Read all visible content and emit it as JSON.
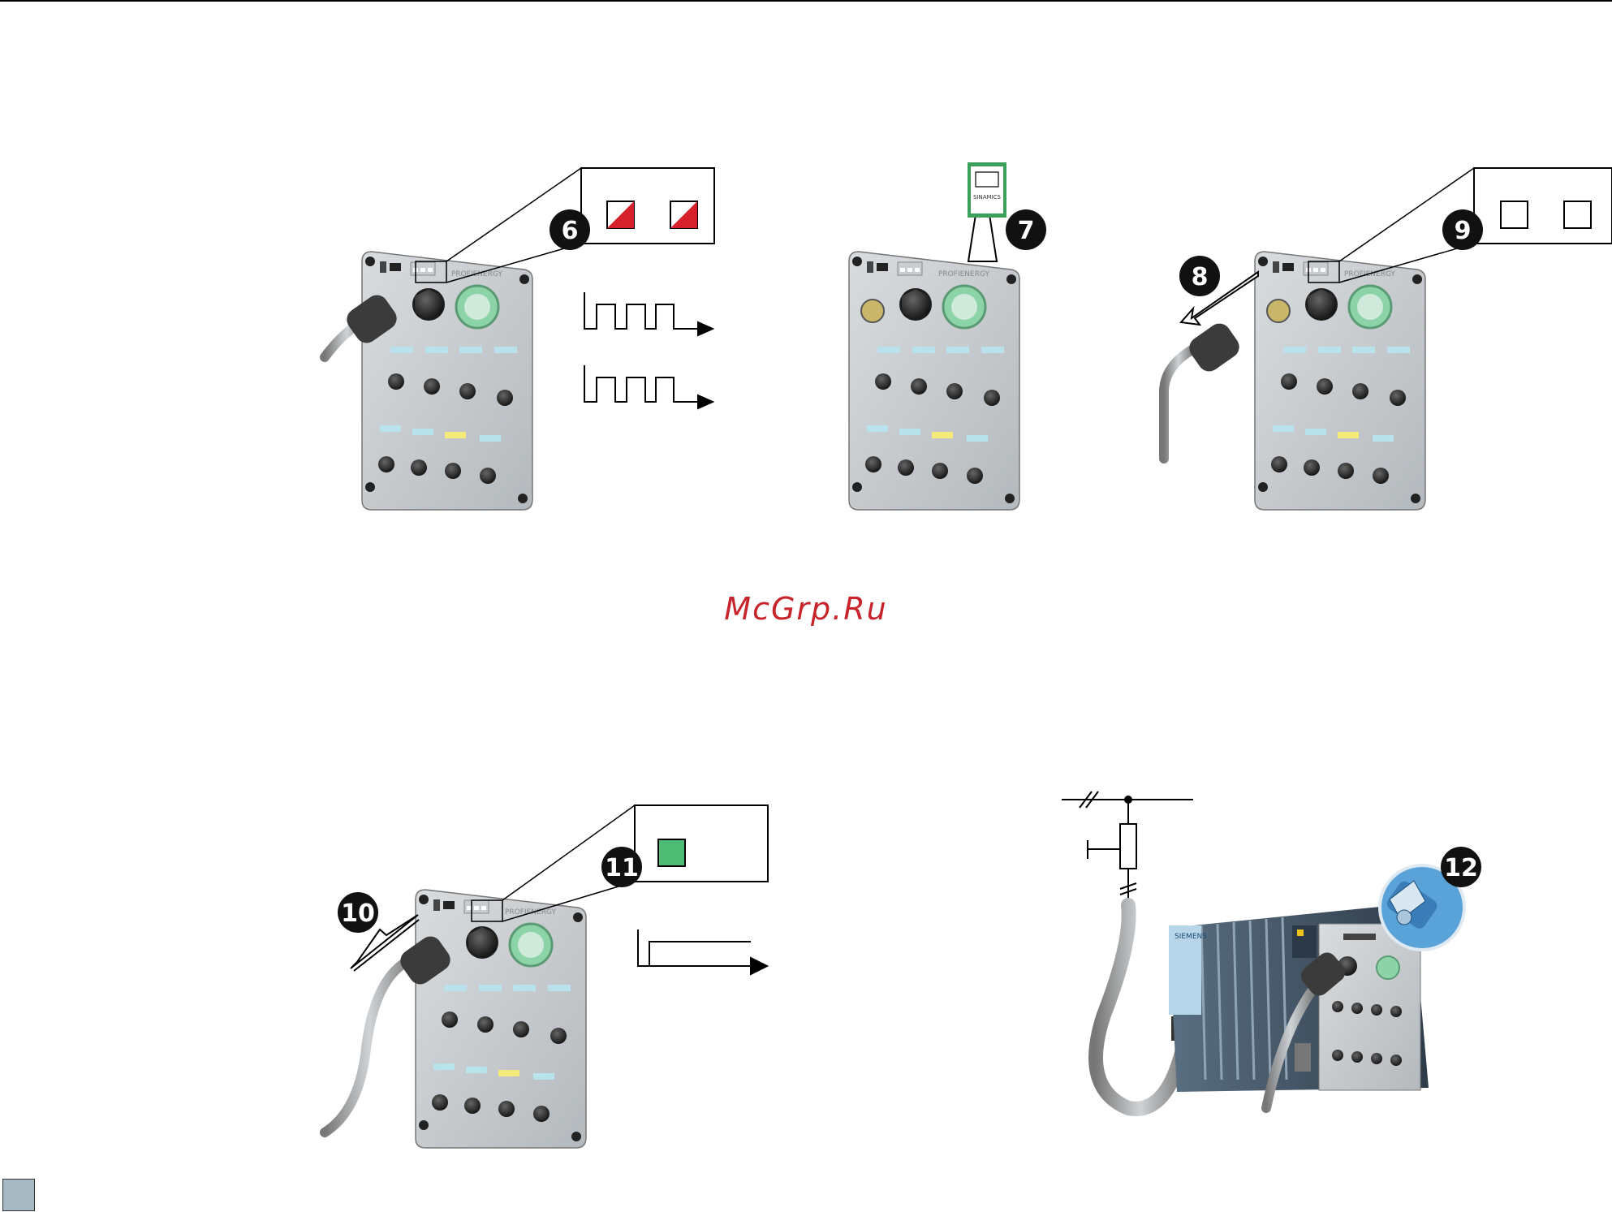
{
  "watermark": "McGrp.Ru",
  "steps": {
    "s6": "6",
    "s7": "7",
    "s8": "8",
    "s9": "9",
    "s10": "10",
    "s11": "11",
    "s12": "12"
  },
  "device": {
    "brand": "SIEMENS"
  },
  "colors": {
    "fault_led": "#d6202b",
    "ok_led": "#4dbb74",
    "legend_swatch": "#a7bac4",
    "watermark": "#c8242b"
  }
}
